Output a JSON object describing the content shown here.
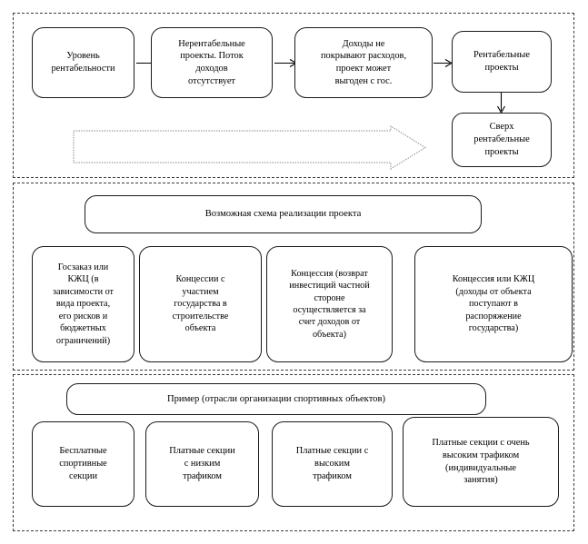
{
  "diagram": {
    "sections": [
      {
        "id": "profitability-levels",
        "boxes": [
          {
            "label": "Уровень\nрентабельности"
          },
          {
            "label": "Нерентабельные\nпроекты. Поток\nдоходов\nотсутствует"
          },
          {
            "label": "Доходы не\nпокрывают расходов,\nпроект может\nвыгоден с гос."
          },
          {
            "label": "Рентабельные\nпроекты"
          },
          {
            "label": "Сверх\nрентабельные\nпроекты"
          }
        ],
        "progress_arrow": "wide-right-arrow"
      },
      {
        "id": "implementation-scheme",
        "banner": "Возможная схема реализации проекта",
        "boxes": [
          {
            "label": "Госзаказ или\nКЖЦ (в\nзависимости от\nвида проекта,\nего рисков и\nбюджетных\nограничений)"
          },
          {
            "label": "Концессии с\nучастием\nгосударства в\nстроительстве\nобъекта"
          },
          {
            "label": "Концессия (возврат\nинвестиций частной\nстороне\nосуществляется за\nсчет доходов от\nобъекта)"
          },
          {
            "label": "Концессия или КЖЦ\n(доходы от объекта\nпоступают в\nраспоряжение\nгосударства)"
          }
        ]
      },
      {
        "id": "example-sport-objects",
        "banner": "Пример (отрасли организации спортивных объектов)",
        "boxes": [
          {
            "label": "Бесплатные\nспортивные\nсекции"
          },
          {
            "label": "Платные секции\nс низким\nтрафиком"
          },
          {
            "label": "Платные секции с\nвысоким\nтрафиком"
          },
          {
            "label": "Платные секции с очень\nвысоким трафиком\n(индивидуальные\nзанятия)"
          }
        ]
      }
    ],
    "colors": {
      "panel_border": "#3a3a3a",
      "box_border": "#1a1a1a",
      "text": "#000000",
      "arrow": "#000000",
      "block_arrow": "#9a9a9a",
      "background": "#ffffff"
    }
  }
}
